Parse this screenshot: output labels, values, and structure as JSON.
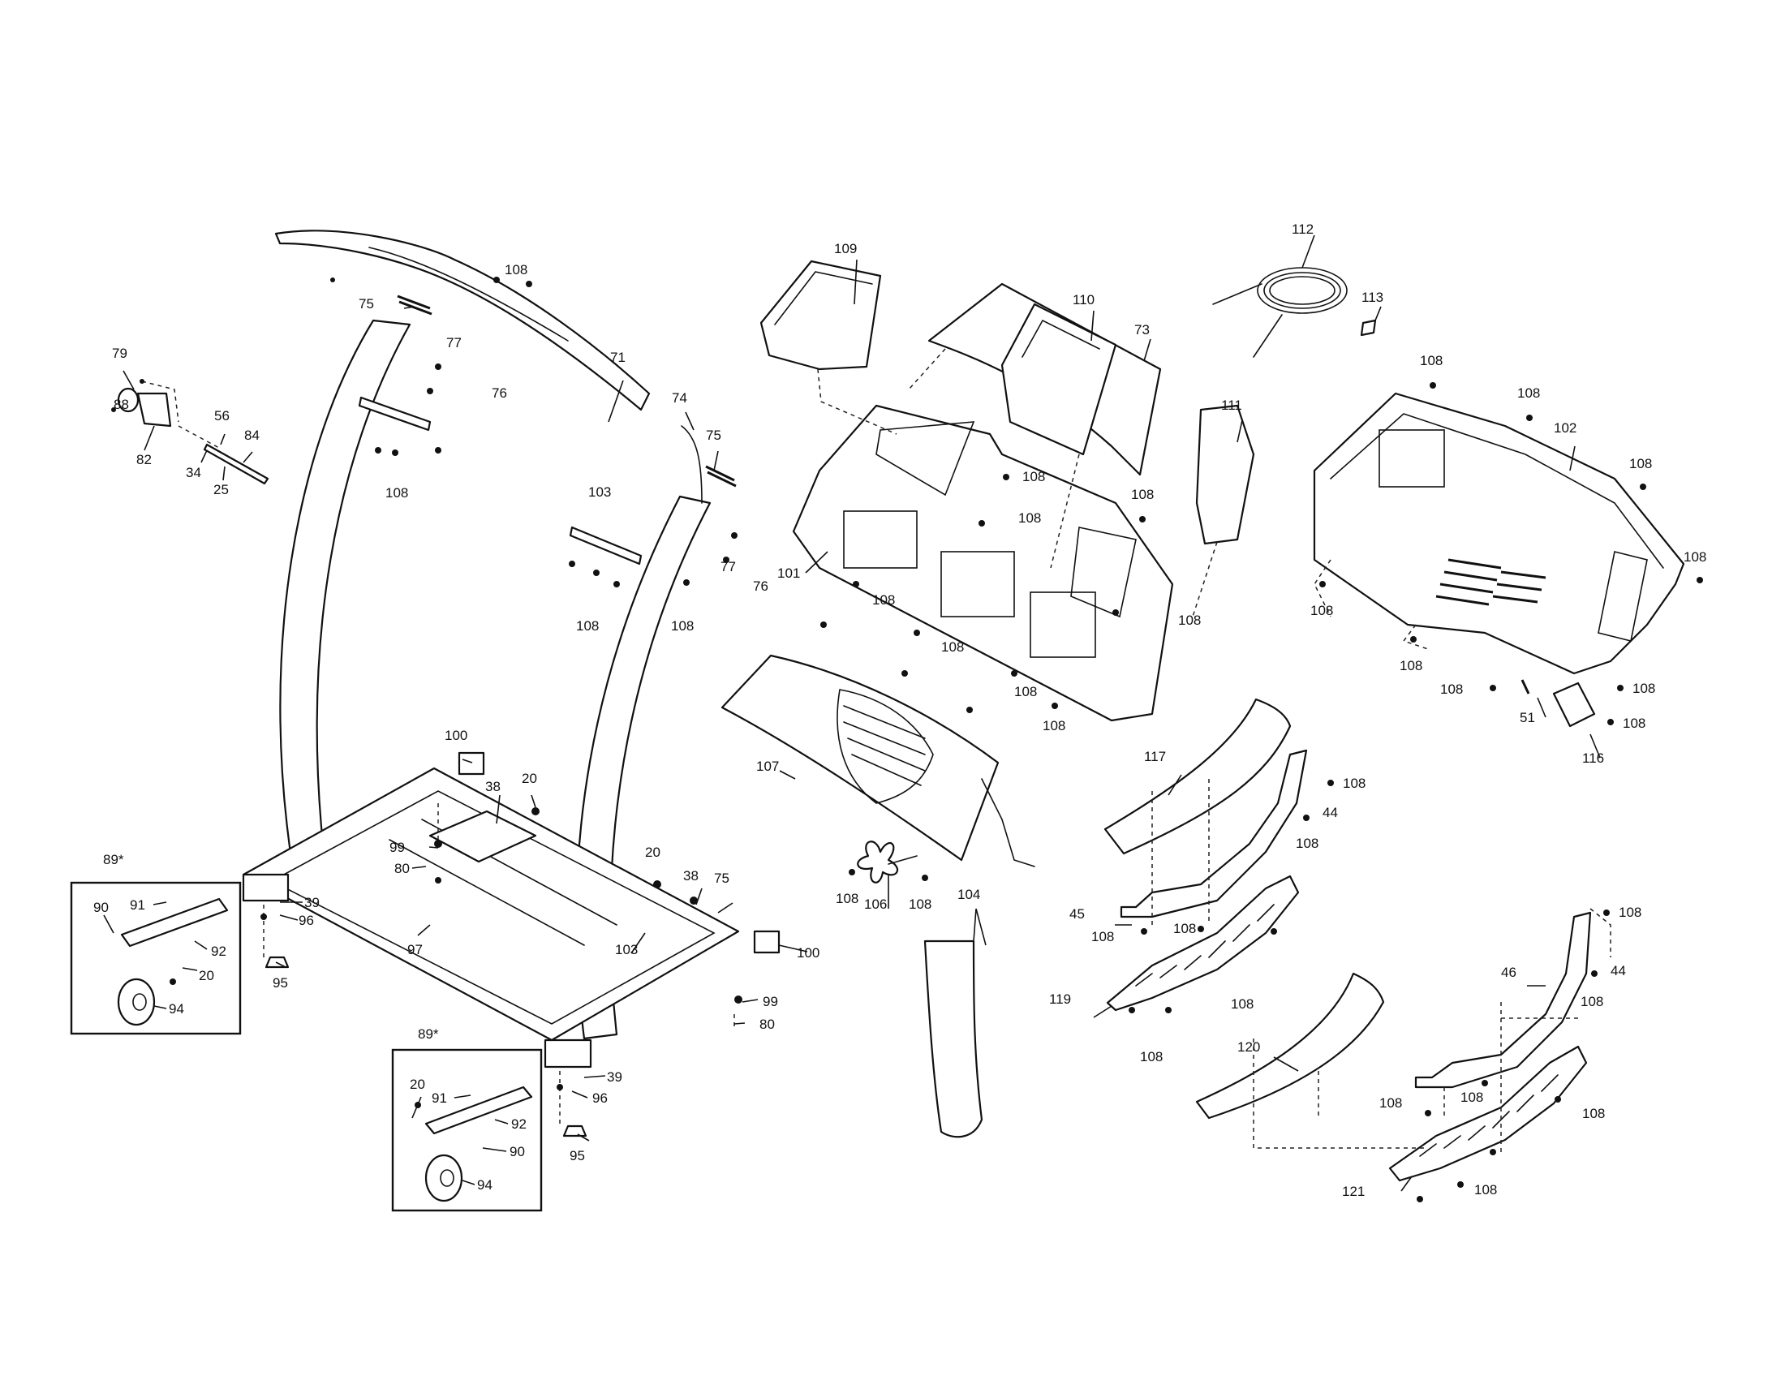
{
  "diagram": {
    "callouts": {
      "c109": "109",
      "c110": "110",
      "c73": "73",
      "c112": "112",
      "c113": "113",
      "c111": "111",
      "c102": "102",
      "c101": "101",
      "c107": "107",
      "c106": "106",
      "c104": "104",
      "c117": "117",
      "c45": "45",
      "c44a": "44",
      "c44b": "44",
      "c119": "119",
      "c120": "120",
      "c46": "46",
      "c121": "121",
      "c51": "51",
      "c116": "116",
      "c75a": "75",
      "c75b": "75",
      "c75c": "75",
      "c71": "71",
      "c74": "74",
      "c77a": "77",
      "c77b": "77",
      "c76a": "76",
      "c76b": "76",
      "c103a": "103",
      "c103b": "103",
      "c79": "79",
      "c88": "88",
      "c82": "82",
      "c56": "56",
      "c84": "84",
      "c34": "34",
      "c25": "25",
      "c100a": "100",
      "c100b": "100",
      "c38a": "38",
      "c38b": "38",
      "c20a": "20",
      "c20b": "20",
      "c20c": "20",
      "c20d": "20",
      "c99a": "99",
      "c99b": "99",
      "c80a": "80",
      "c80b": "80",
      "c97": "97",
      "c89a": "89*",
      "c89b": "89*",
      "c90a": "90",
      "c90b": "90",
      "c91a": "91",
      "c91b": "91",
      "c92a": "92",
      "c92b": "92",
      "c94a": "94",
      "c94b": "94",
      "c95a": "95",
      "c95b": "95",
      "c96a": "96",
      "c96b": "96",
      "c39a": "39",
      "c39b": "39"
    },
    "screw_label": "108",
    "colors": {
      "line": "#111111",
      "background": "#ffffff"
    }
  }
}
